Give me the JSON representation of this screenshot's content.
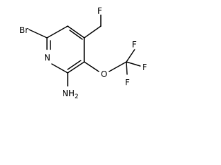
{
  "molecule": {
    "atoms": {
      "fluorine_top": "F",
      "bromine": "Br",
      "nitrogen_ring": "N",
      "amino": "NH",
      "amino_subscript": "2",
      "oxygen": "O",
      "fluorine_cf3_top": "F",
      "fluorine_cf3_right": "F",
      "fluorine_cf3_bottom": "F"
    },
    "colors": {
      "bond": "#000000",
      "text": "#000000",
      "background": "#ffffff"
    }
  }
}
